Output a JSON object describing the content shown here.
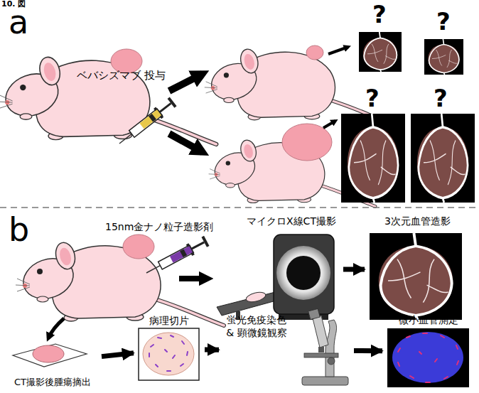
{
  "diagram": {
    "nodes": [
      {
        "text": [
          "マイクロX線CT撮影"
        ]
      },
      {
        "text": [
          "3次元血管造影"
        ]
      },
      {
        "text": [
          "CT撮影後腫瘍摘出"
        ]
      },
      {
        "text": [
          "病理切片"
        ]
      },
      {
        "text": [
          "蛍光免疫染色 & 顕微鏡観察"
        ]
      },
      {
        "text": [
          "微小血管測定"
        ]
      }
    ],
    "edges": [
      {
        "from": 0,
        "to": 1,
        "arrow": "to"
      },
      {
        "from": 2,
        "to": 3,
        "arrow": "to"
      },
      {
        "from": 3,
        "to": 4,
        "arrow": "to"
      },
      {
        "from": 4,
        "to": 5,
        "arrow": "to"
      }
    ],
    "labels": [
      "10. 図",
      "a",
      "ベバシズマブ 投与",
      "?",
      "?",
      "?",
      "?",
      "b",
      "15nm金ナノ粒子造影剤"
    ]
  }
}
